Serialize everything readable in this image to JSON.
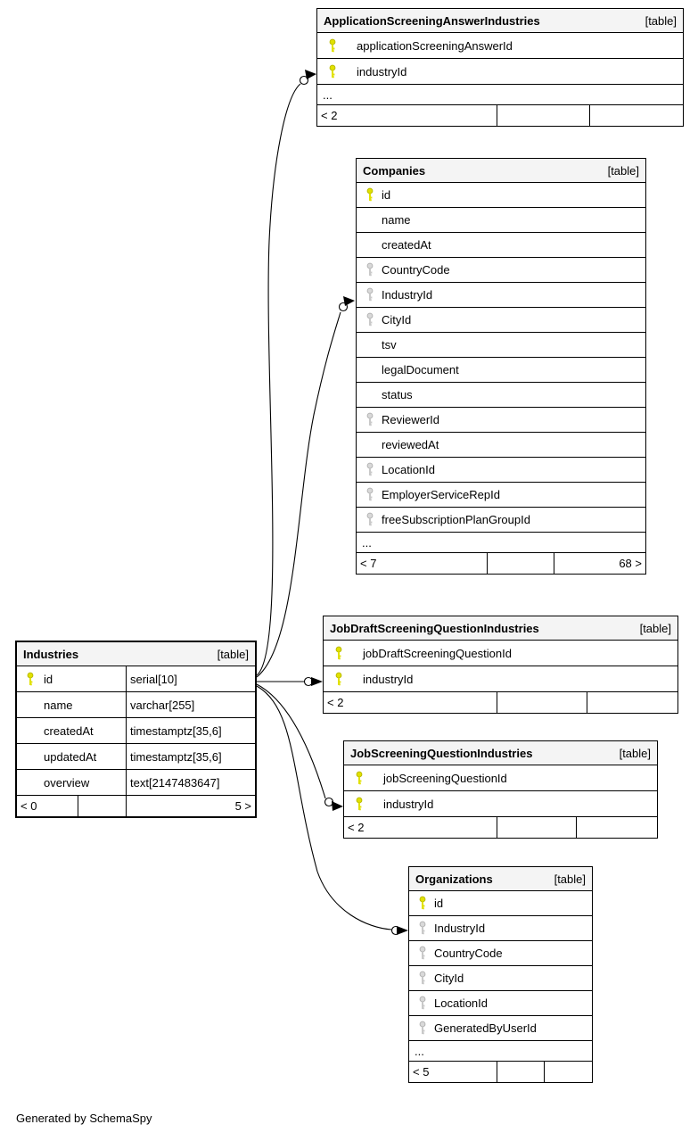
{
  "note": "Generated by SchemaSpy",
  "colors": {
    "primary_key": "#e1e100",
    "foreign_key": "#c9c9c9",
    "header_bg": "#f4f4f4",
    "edge": "#000000"
  },
  "tables": {
    "application_screening_answer_industries": {
      "title": "ApplicationScreeningAnswerIndustries",
      "tag": "[table]",
      "columns": [
        {
          "name": "applicationScreeningAnswerId",
          "key": "primary"
        },
        {
          "name": "industryId",
          "key": "primary"
        }
      ],
      "more": "...",
      "stats": {
        "parents": "< 2",
        "middle": "",
        "children": ""
      }
    },
    "companies": {
      "title": "Companies",
      "tag": "[table]",
      "columns": [
        {
          "name": "id",
          "key": "primary"
        },
        {
          "name": "name",
          "key": ""
        },
        {
          "name": "createdAt",
          "key": ""
        },
        {
          "name": "CountryCode",
          "key": "foreign"
        },
        {
          "name": "IndustryId",
          "key": "foreign"
        },
        {
          "name": "CityId",
          "key": "foreign"
        },
        {
          "name": "tsv",
          "key": ""
        },
        {
          "name": "legalDocument",
          "key": ""
        },
        {
          "name": "status",
          "key": ""
        },
        {
          "name": "ReviewerId",
          "key": "foreign"
        },
        {
          "name": "reviewedAt",
          "key": ""
        },
        {
          "name": "LocationId",
          "key": "foreign"
        },
        {
          "name": "EmployerServiceRepId",
          "key": "foreign"
        },
        {
          "name": "freeSubscriptionPlanGroupId",
          "key": "foreign"
        }
      ],
      "more": "...",
      "stats": {
        "parents": "< 7",
        "middle": "",
        "children": "68 >"
      }
    },
    "industries": {
      "title": "Industries",
      "tag": "[table]",
      "columns": [
        {
          "name": "id",
          "type": "serial[10]",
          "key": "primary"
        },
        {
          "name": "name",
          "type": "varchar[255]",
          "key": ""
        },
        {
          "name": "createdAt",
          "type": "timestamptz[35,6]",
          "key": ""
        },
        {
          "name": "updatedAt",
          "type": "timestamptz[35,6]",
          "key": ""
        },
        {
          "name": "overview",
          "type": "text[2147483647]",
          "key": ""
        }
      ],
      "stats": {
        "parents": "< 0",
        "middle": "",
        "children": "5 >"
      }
    },
    "job_draft_screening_question_industries": {
      "title": "JobDraftScreeningQuestionIndustries",
      "tag": "[table]",
      "columns": [
        {
          "name": "jobDraftScreeningQuestionId",
          "key": "primary"
        },
        {
          "name": "industryId",
          "key": "primary"
        }
      ],
      "stats": {
        "parents": "< 2",
        "middle": "",
        "children": ""
      }
    },
    "job_screening_question_industries": {
      "title": "JobScreeningQuestionIndustries",
      "tag": "[table]",
      "columns": [
        {
          "name": "jobScreeningQuestionId",
          "key": "primary"
        },
        {
          "name": "industryId",
          "key": "primary"
        }
      ],
      "stats": {
        "parents": "< 2",
        "middle": "",
        "children": ""
      }
    },
    "organizations": {
      "title": "Organizations",
      "tag": "[table]",
      "columns": [
        {
          "name": "id",
          "key": "primary"
        },
        {
          "name": "IndustryId",
          "key": "foreign"
        },
        {
          "name": "CountryCode",
          "key": "foreign"
        },
        {
          "name": "CityId",
          "key": "foreign"
        },
        {
          "name": "LocationId",
          "key": "foreign"
        },
        {
          "name": "GeneratedByUserId",
          "key": "foreign"
        }
      ],
      "more": "...",
      "stats": {
        "parents": "< 5",
        "middle": "",
        "children": ""
      }
    }
  }
}
